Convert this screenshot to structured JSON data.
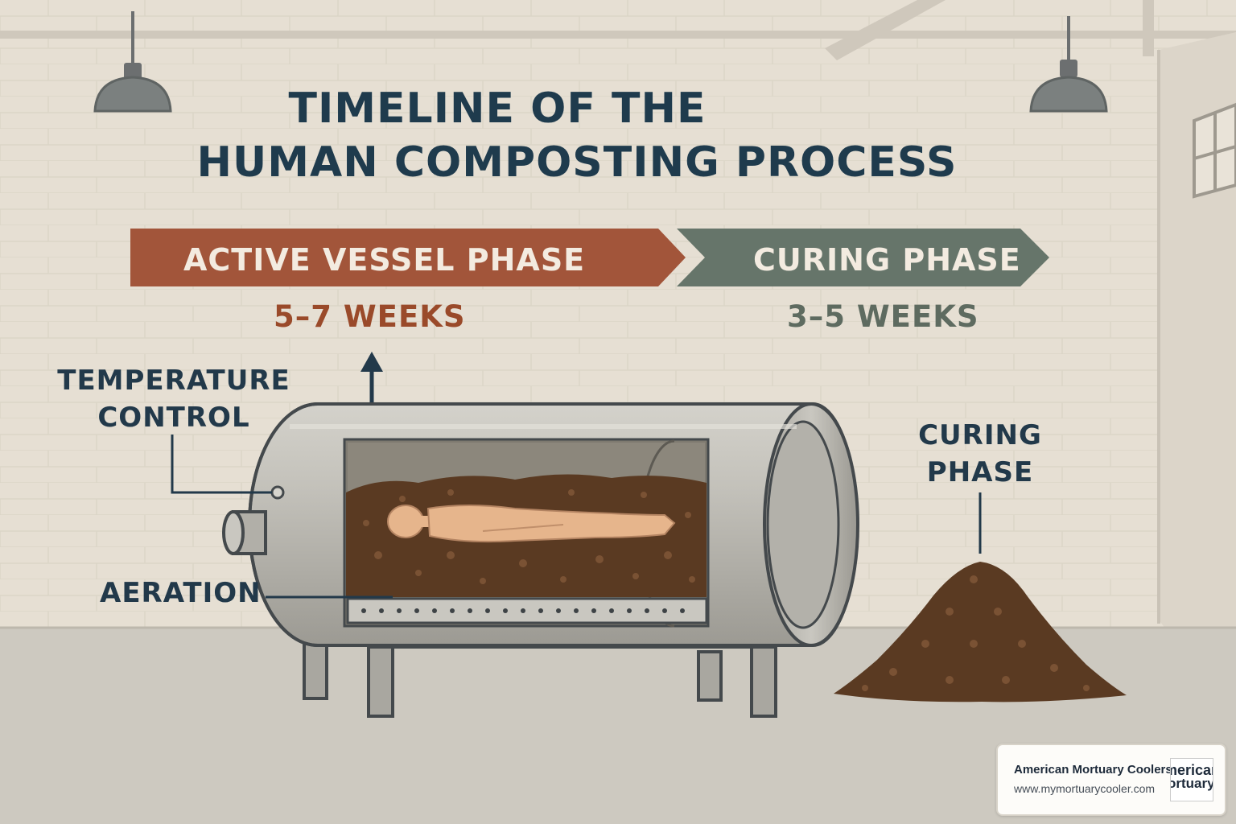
{
  "title": {
    "line1": "TIMELINE OF THE",
    "line2": "HUMAN COMPOSTING PROCESS"
  },
  "phases": [
    {
      "label": "ACTIVE VESSEL PHASE",
      "duration": "5–7 WEEKS",
      "color": "#a2553a"
    },
    {
      "label": "CURING PHASE",
      "duration": "3–5 WEEKS",
      "color": "#66756a"
    }
  ],
  "callouts": {
    "temperature_line1": "TEMPERATURE",
    "temperature_line2": "CONTROL",
    "aeration": "AERATION",
    "curing_line1": "CURING",
    "curing_line2": "PHASE"
  },
  "logo": {
    "name": "American Mortuary Coolers",
    "url": "www.mymortuarycooler.com",
    "mark_line1": "merican",
    "mark_line2": "ortuary"
  },
  "colors": {
    "wall": "#e6dfd3",
    "floor": "#cfcac0",
    "title": "#1f3b4d",
    "soil": "#5a3a22",
    "steel": "#b9b7b0"
  }
}
